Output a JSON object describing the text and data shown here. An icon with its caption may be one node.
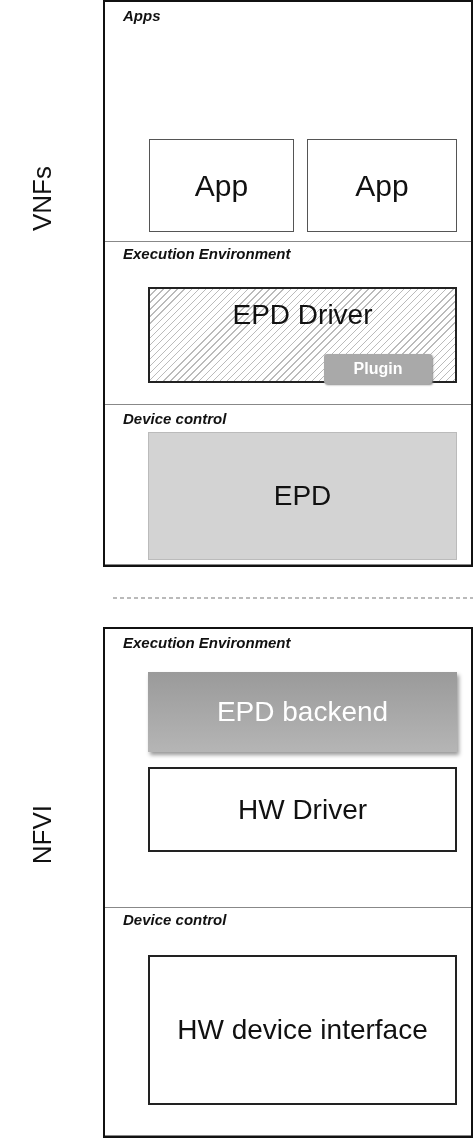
{
  "diagram": {
    "nodes": [
      {
        "text": [
          "VNFs"
        ]
      },
      {
        "text": [
          "Apps"
        ],
        "in": 0
      },
      {
        "text": [
          "App"
        ],
        "in": 1
      },
      {
        "text": [
          "App"
        ],
        "in": 1
      },
      {
        "text": [
          "Execution Environment"
        ],
        "in": 0
      },
      {
        "text": [
          "EPD Driver"
        ],
        "in": 4
      },
      {
        "text": [
          "Plugin"
        ],
        "in": 5
      },
      {
        "text": [
          "Device control"
        ],
        "in": 0
      },
      {
        "text": [
          "EPD"
        ],
        "in": 7
      },
      {
        "text": [
          "NFVI"
        ]
      },
      {
        "text": [
          "Execution Environment"
        ],
        "in": 9
      },
      {
        "text": [
          "EPD backend"
        ],
        "in": 10
      },
      {
        "text": [
          "HW Driver"
        ],
        "in": 10
      },
      {
        "text": [
          "Device control"
        ],
        "in": 9
      },
      {
        "text": [
          "HW device interface"
        ],
        "in": 13
      }
    ]
  }
}
